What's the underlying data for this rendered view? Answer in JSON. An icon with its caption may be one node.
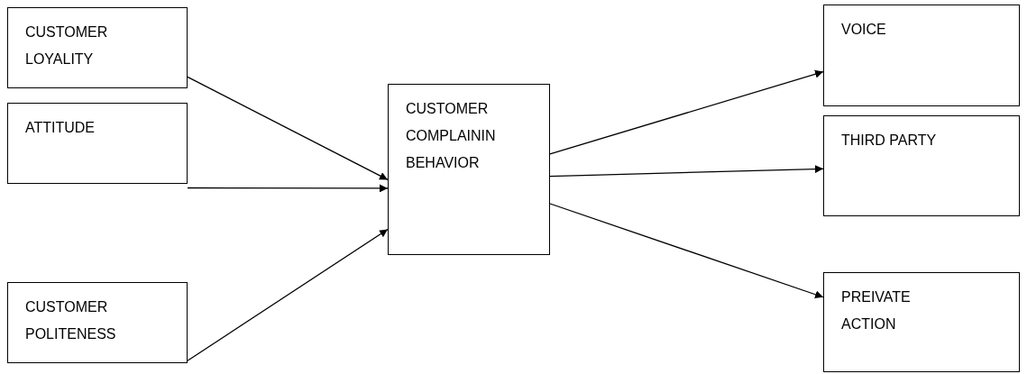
{
  "diagram": {
    "nodes": [
      {
        "text": [
          "CUSTOMER LOYALITY"
        ]
      },
      {
        "text": [
          "ATTITUDE"
        ]
      },
      {
        "text": [
          "CUSTOMER POLITENESS"
        ]
      },
      {
        "text": [
          "CUSTOMER COMPLAININ BEHAVIOR"
        ]
      },
      {
        "text": [
          "VOICE"
        ]
      },
      {
        "text": [
          "THIRD PARTY"
        ]
      },
      {
        "text": [
          "PREIVATE ACTION"
        ]
      }
    ],
    "edges": [
      {
        "from": 0,
        "to": 3,
        "arrow": "to"
      },
      {
        "from": 1,
        "to": 3,
        "arrow": "to"
      },
      {
        "from": 2,
        "to": 3,
        "arrow": "to"
      },
      {
        "from": 3,
        "to": 4,
        "arrow": "to"
      },
      {
        "from": 3,
        "to": 5,
        "arrow": "to"
      },
      {
        "from": 3,
        "to": 6,
        "arrow": "to"
      }
    ]
  }
}
